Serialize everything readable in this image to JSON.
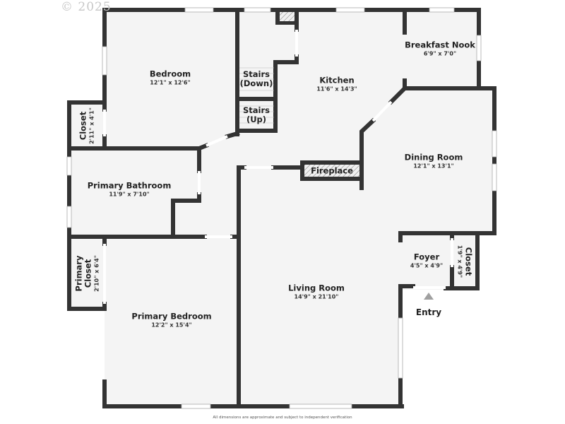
{
  "copyright": "© 2025",
  "footer_note": "All dimensions are approximate and subject to independent verification",
  "colors": {
    "wall": "#333333",
    "floor": "#f4f4f4",
    "window": "#ffffff",
    "entry_arrow": "#a0a0a0",
    "hatch": "#777777"
  },
  "entry_label": "Entry",
  "rooms": {
    "bedroom": {
      "name": "Bedroom",
      "dims": "12'1\" x 12'6\""
    },
    "closet1": {
      "name": "Closet",
      "dims": "2'11\" x 4'1\""
    },
    "stairs_down": {
      "name": "Stairs (Down)",
      "line1": "Stairs",
      "line2": "(Down)"
    },
    "stairs_up": {
      "name": "Stairs (Up)",
      "line1": "Stairs",
      "line2": "(Up)"
    },
    "kitchen": {
      "name": "Kitchen",
      "dims": "11'6\" x 14'3\""
    },
    "breakfast_nook": {
      "name": "Breakfast Nook",
      "dims": "6'9\" x 7'0\""
    },
    "primary_bathroom": {
      "name": "Primary Bathroom",
      "dims": "11'9\" x 7'10\""
    },
    "fireplace": {
      "name": "Fireplace"
    },
    "dining_room": {
      "name": "Dining Room",
      "dims": "12'1\" x 13'1\""
    },
    "foyer": {
      "name": "Foyer",
      "dims": "4'5\" x 4'9\""
    },
    "closet2": {
      "name": "Closet",
      "dims": "1'9\" x 4'9\""
    },
    "primary_closet": {
      "line1": "Primary",
      "line2": "Closet",
      "dims": "2'10\" x 6'4\""
    },
    "living_room": {
      "name": "Living Room",
      "dims": "14'9\" x 21'10\""
    },
    "primary_bedroom": {
      "name": "Primary Bedroom",
      "dims": "12'2\" x 15'4\""
    }
  }
}
